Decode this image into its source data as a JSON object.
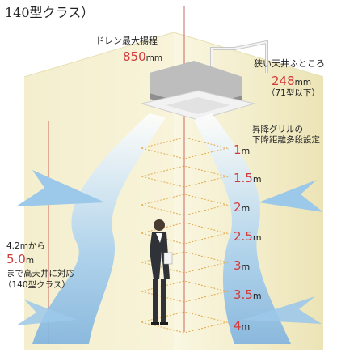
{
  "top_caption": "140型クラス）",
  "drain": {
    "label": "ドレン最大揚程",
    "value": "850",
    "unit": "mm"
  },
  "ceiling": {
    "label": "狭い天井ふところ",
    "value": "248",
    "unit": "mm",
    "note": "（71型以下）"
  },
  "grille": {
    "line1": "昇降グリルの",
    "line2": "下降距離多段設定"
  },
  "levels": [
    {
      "value": "1",
      "unit": "m"
    },
    {
      "value": "1.5",
      "unit": "m"
    },
    {
      "value": "2",
      "unit": "m"
    },
    {
      "value": "2.5",
      "unit": "m"
    },
    {
      "value": "3",
      "unit": "m"
    },
    {
      "value": "3.5",
      "unit": "m"
    },
    {
      "value": "4",
      "unit": "m"
    }
  ],
  "height": {
    "line1": "4.2mから",
    "value": "5.0",
    "unit": "m",
    "line3": "まで高天井に対応",
    "line4": "（140型クラス）"
  },
  "colors": {
    "accent": "#d23a3a",
    "room": "#f4eec7",
    "airflow": "#9cc8ea"
  }
}
